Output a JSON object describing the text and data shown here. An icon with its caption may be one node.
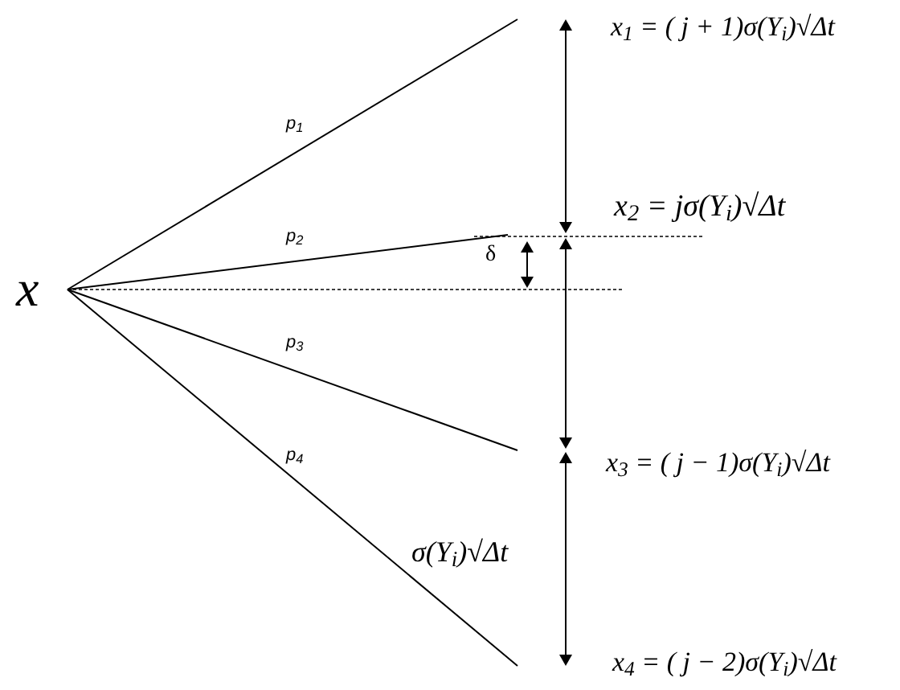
{
  "diagram": {
    "nodes": [
      {
        "text": [
          "x"
        ]
      },
      {
        "text": [
          "x$_{1}$ = ( j + 1)σ(Y$_{i}$)√Δt"
        ]
      },
      {
        "text": [
          "x$_{2}$ = jσ(Y$_{i}$)√Δt"
        ]
      },
      {
        "text": [
          "x$_{3}$ = ( j − 1)σ(Y$_{i}$)√Δt"
        ]
      },
      {
        "text": [
          "x$_{4}$ = ( j − 2)σ(Y$_{i}$)√Δt"
        ]
      }
    ],
    "edges": [
      {
        "from": 0,
        "to": 1,
        "arrow": "none",
        "label": "p$_{1}$"
      },
      {
        "from": 0,
        "to": 2,
        "arrow": "none",
        "label": "p$_{2}$"
      },
      {
        "from": 0,
        "to": 3,
        "arrow": "none",
        "label": "p$_{3}$"
      },
      {
        "from": 0,
        "to": 4,
        "arrow": "none",
        "label": "p$_{4}$"
      }
    ],
    "labels": [
      "δ",
      "σ(Y$_{i}$)√Δt"
    ]
  }
}
